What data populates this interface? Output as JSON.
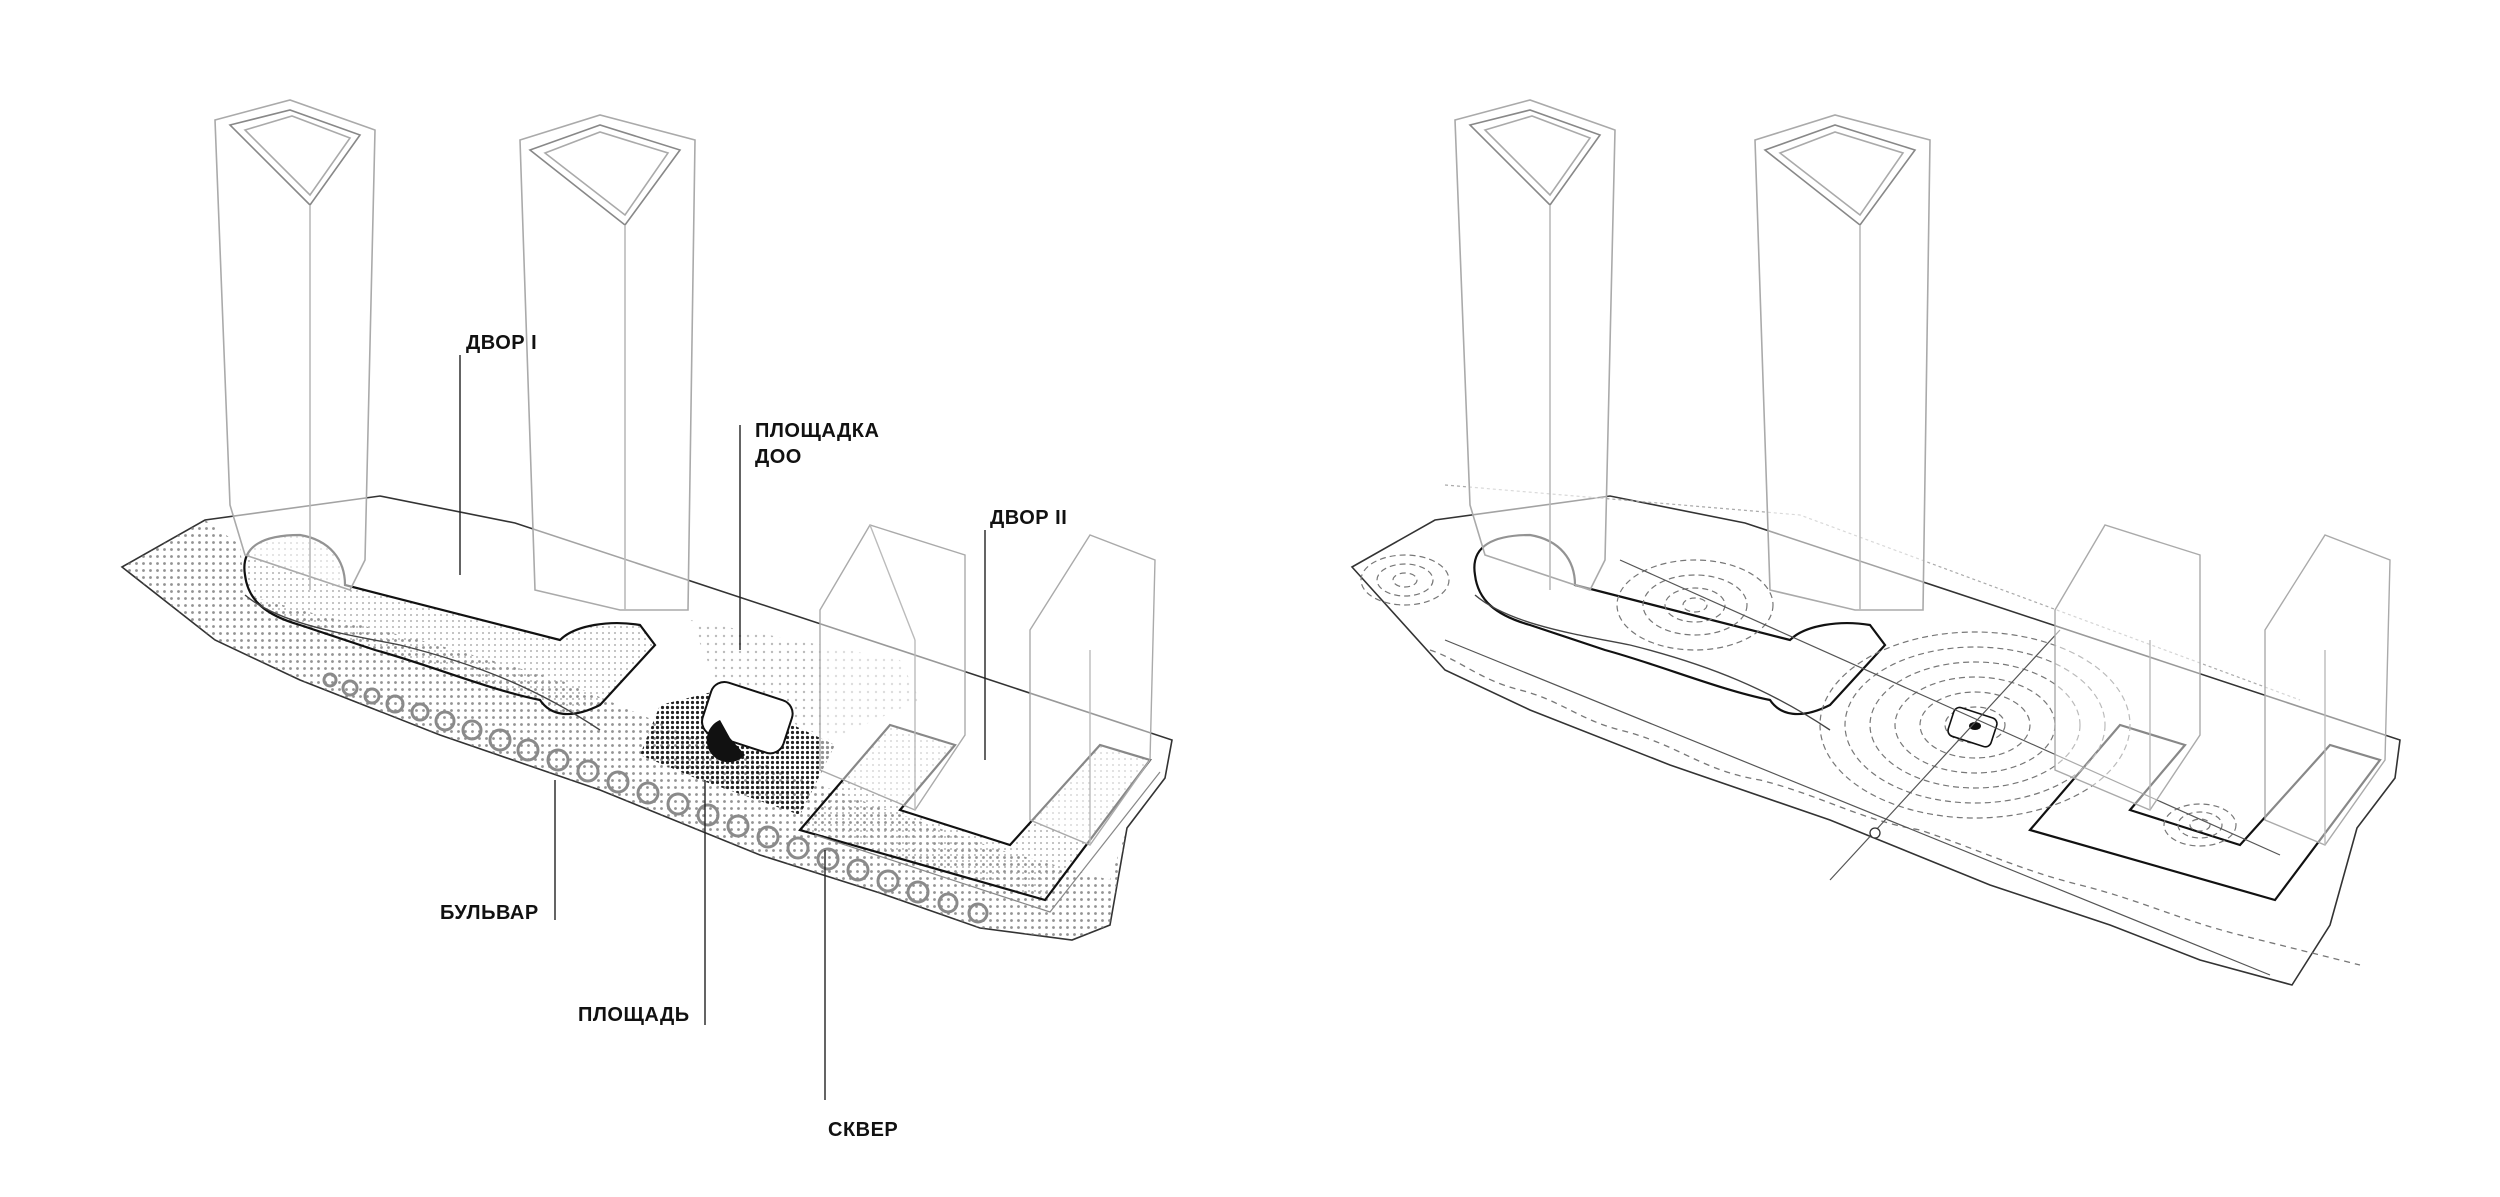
{
  "diagram": {
    "left_labels": {
      "dvor_1": "ДВОР I",
      "ploshchadka_doo": "ПЛОЩАДКА",
      "ploshchadka_doo_line2": "ДОО",
      "dvor_2": "ДВОР II",
      "bulvar": "БУЛЬВАР",
      "ploshchad": "ПЛОЩАДЬ",
      "skver": "СКВЕР"
    }
  }
}
